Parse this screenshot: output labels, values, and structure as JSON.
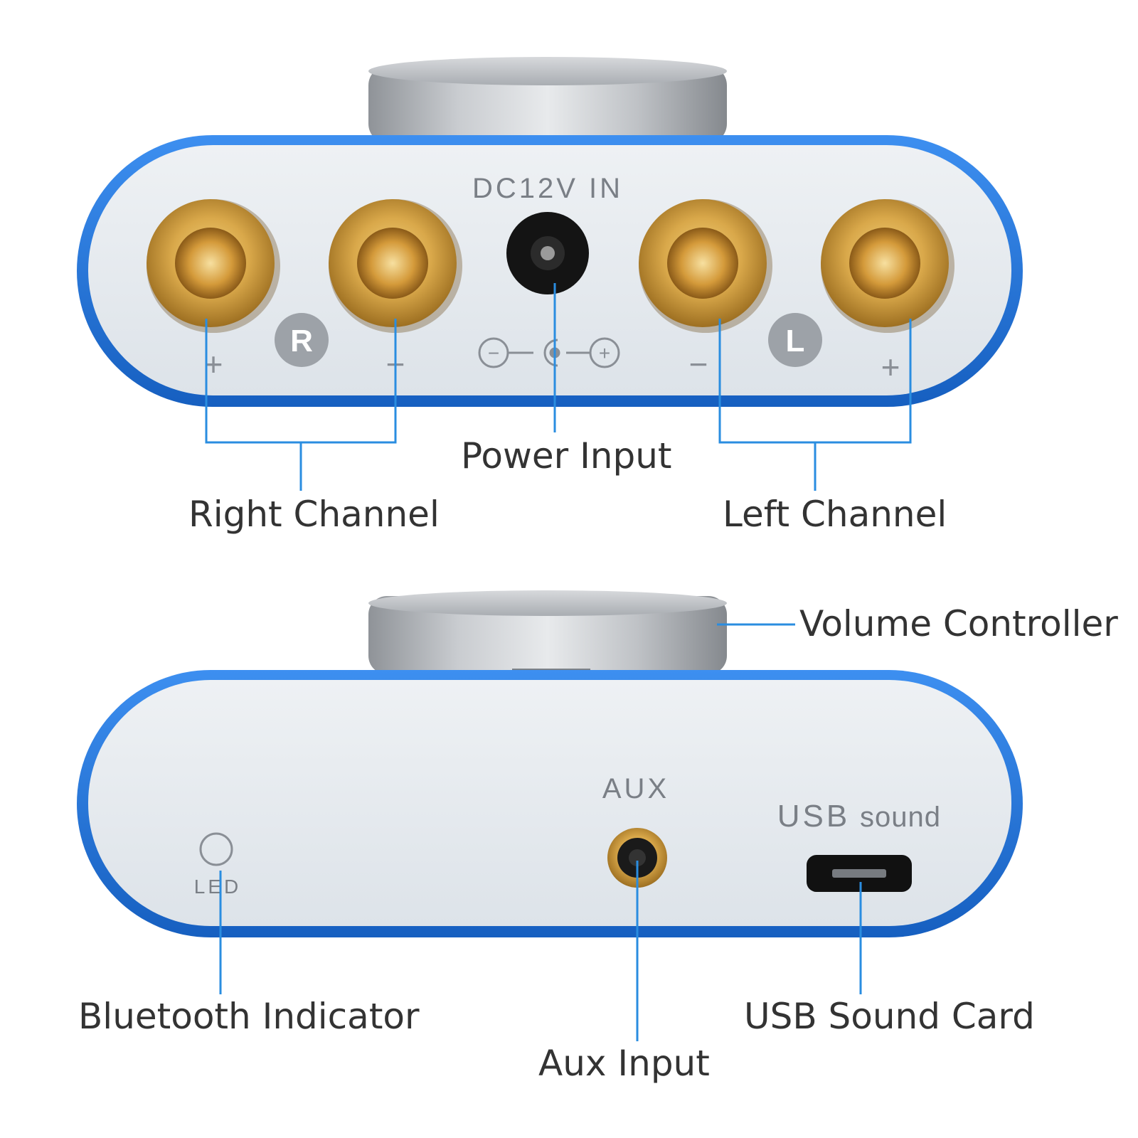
{
  "colors": {
    "accent": "#2a8de0",
    "case_blue": "#1f6fd6",
    "panel": "#e4e9ee",
    "gold": "#d9a84a",
    "knob": "#b9bcbf",
    "text": "#333333"
  },
  "top_panel": {
    "printed_label": "DC12V  IN",
    "badge_right": "R",
    "badge_left": "L",
    "plus": "+",
    "minus": "−",
    "polarity_minus": "−",
    "polarity_plus": "+"
  },
  "bottom_panel": {
    "aux_label": "AUX",
    "usb_label_big": "USB",
    "usb_label_small": "sound",
    "led_label": "LED"
  },
  "callouts": {
    "power_input": "Power Input",
    "right_channel": "Right Channel",
    "left_channel": "Left Channel",
    "volume_controller": "Volume Controller",
    "bluetooth_indicator": "Bluetooth Indicator",
    "aux_input": "Aux Input",
    "usb_sound_card": "USB Sound Card"
  }
}
